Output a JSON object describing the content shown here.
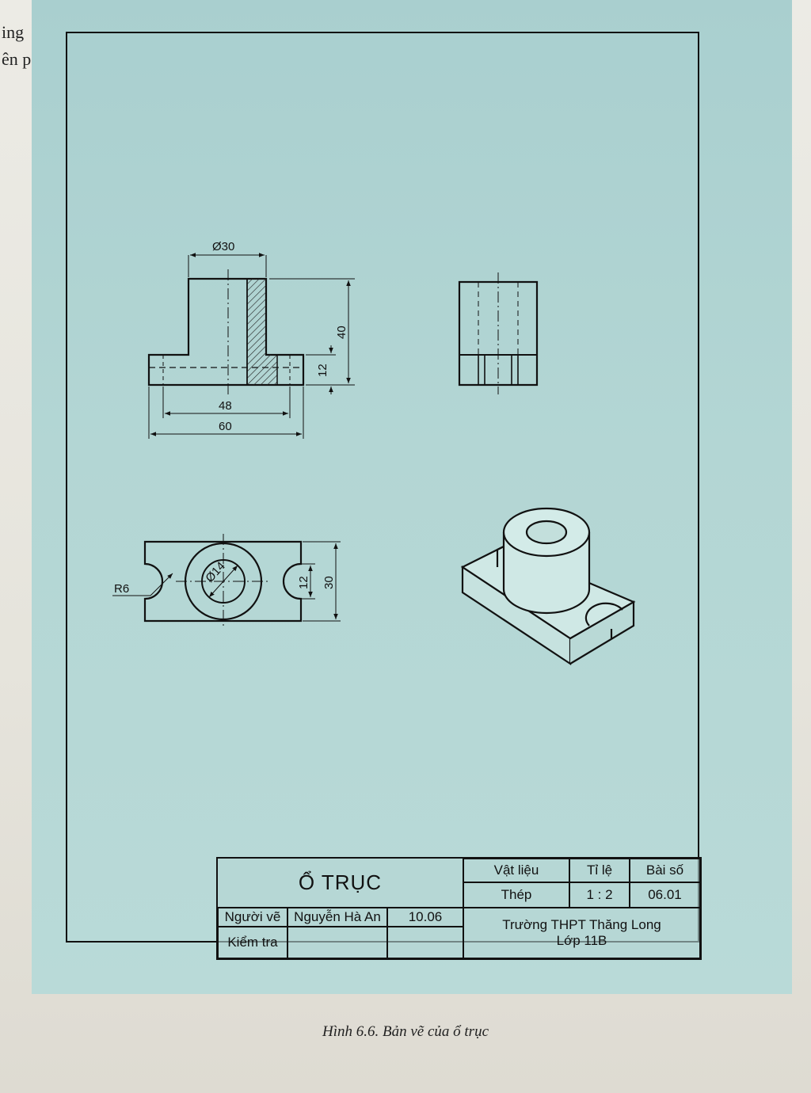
{
  "edge_left": [
    "ing",
    "ên p"
  ],
  "drawing": {
    "dimensions": {
      "top_diameter": "Ø30",
      "height_total": "40",
      "base_height": "12",
      "hole_spacing": "48",
      "base_length": "60",
      "slot_radius": "R6",
      "bore_diameter": "Ø14",
      "slot_width": "12",
      "base_width": "30"
    }
  },
  "title_block": {
    "title": "Ổ TRỤC",
    "material_label": "Vật liệu",
    "material_value": "Thép",
    "scale_label": "Tỉ lệ",
    "scale_value": "1 : 2",
    "sheet_label": "Bài số",
    "sheet_value": "06.01",
    "drawer_label": "Người vẽ",
    "drawer_name": "Nguyễn Hà An",
    "date": "10.06",
    "checker_label": "Kiểm tra",
    "school": "Trường THPT Thăng Long",
    "class": "Lớp 11B"
  },
  "caption": "Hình 6.6. Bản vẽ của ổ trục"
}
